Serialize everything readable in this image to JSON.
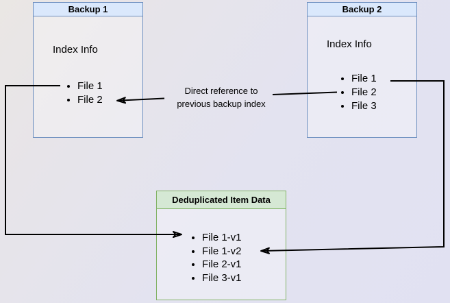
{
  "diagram": {
    "backup1": {
      "title": "Backup 1",
      "subtitle": "Index Info",
      "files": [
        "File 1",
        "File 2"
      ]
    },
    "backup2": {
      "title": "Backup 2",
      "subtitle": "Index Info",
      "files": [
        "File 1",
        "File 2",
        "File 3"
      ]
    },
    "dedup": {
      "title": "Deduplicated Item Data",
      "files": [
        "File 1-v1",
        "File 1-v2",
        "File 2-v1",
        "File 3-v1"
      ]
    },
    "annotation": {
      "line1": "Direct reference to",
      "line2": "previous backup index"
    },
    "colors": {
      "blue_header_fill": "#dae8fc",
      "blue_border": "#6c8ebf",
      "green_header_fill": "#d5e8d4",
      "green_border": "#82b366",
      "arrow": "#000000",
      "background_top_left": "#eae7e4",
      "background_bottom_right": "#e1e1f2"
    }
  }
}
